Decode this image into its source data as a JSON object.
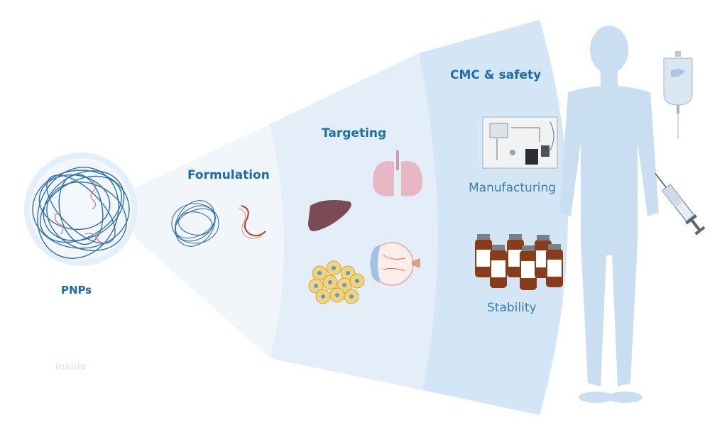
{
  "labels": {
    "pnps": "PNPs",
    "formulation": "Formulation",
    "targeting": "Targeting",
    "cmc_safety": "CMC & safety",
    "manufacturing": "Manufacturing",
    "stability": "Stability"
  },
  "logo_text": "inside",
  "colors": {
    "label_blue": "#1c6cb0",
    "sector_light": "#eef5fb",
    "sector_mid": "#dcebf7",
    "sector_dark": "#cde3f4",
    "human_silhouette": "#c8dff1",
    "polymer_blue": "#2f6fb0",
    "rna_red": "#c0392b",
    "liver": "#7a4a55",
    "lung": "#e6b6c2",
    "vial": "#8a3b17"
  }
}
